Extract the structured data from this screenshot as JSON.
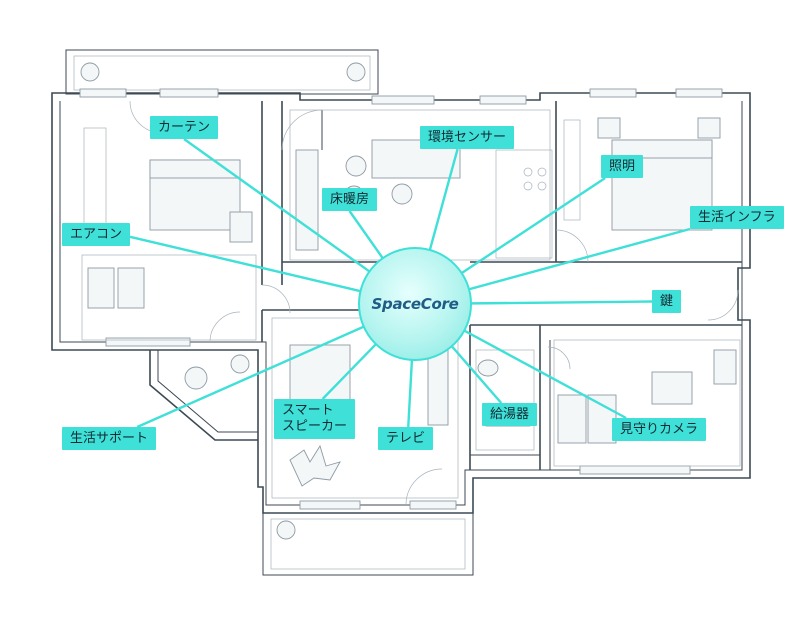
{
  "hub": {
    "name": "SpaceCore"
  },
  "colors": {
    "accent": "#3fe0d7",
    "hub_text": "#1f5c86",
    "wall": "#3c4a55",
    "label_text": "#132a33"
  },
  "devices": [
    {
      "key": "curtain",
      "label": "カーテン"
    },
    {
      "key": "env_sensor",
      "label": "環境センサー"
    },
    {
      "key": "floor_heat",
      "label": "床暖房"
    },
    {
      "key": "lighting",
      "label": "照明"
    },
    {
      "key": "aircon",
      "label": "エアコン"
    },
    {
      "key": "utility",
      "label": "生活インフラ"
    },
    {
      "key": "lock",
      "label": "鍵"
    },
    {
      "key": "life_support",
      "label": "生活サポート"
    },
    {
      "key": "smart_speaker",
      "label": "スマート\nスピーカー"
    },
    {
      "key": "tv",
      "label": "テレビ"
    },
    {
      "key": "water_heater",
      "label": "給湯器"
    },
    {
      "key": "camera",
      "label": "見守りカメラ"
    }
  ]
}
